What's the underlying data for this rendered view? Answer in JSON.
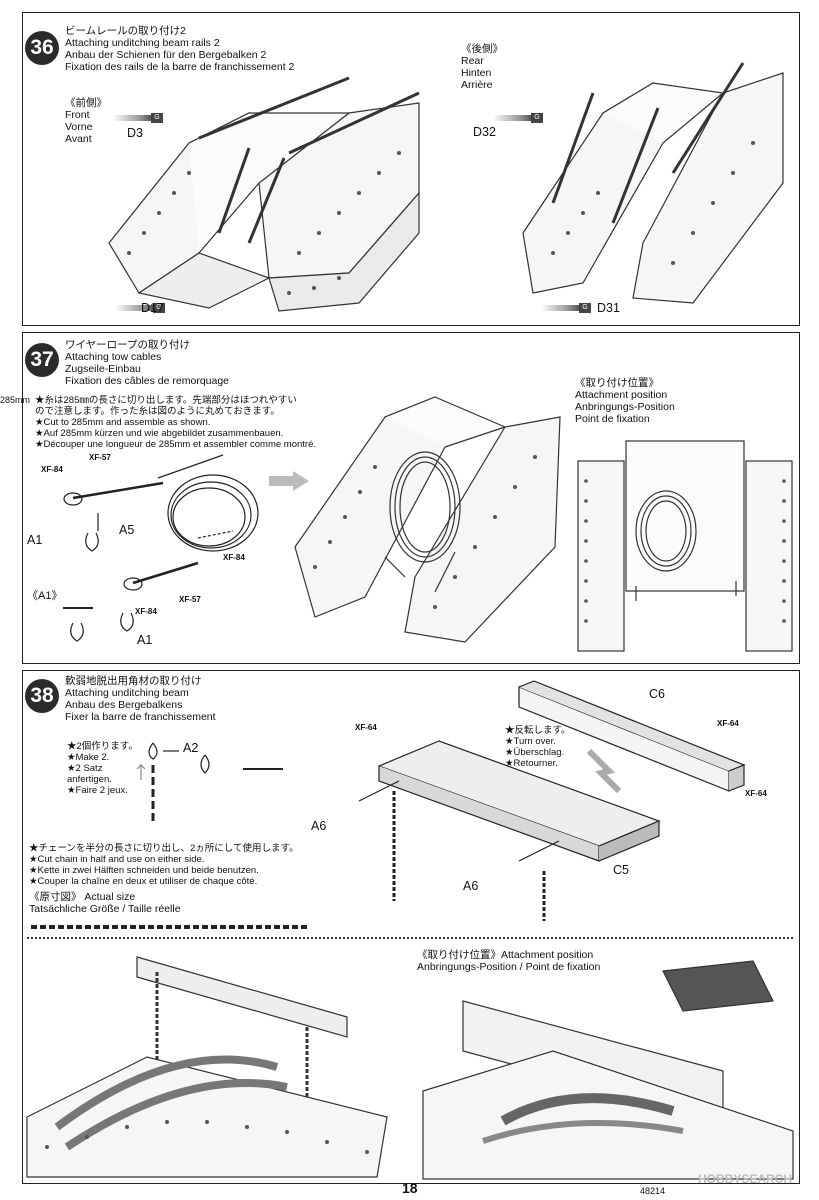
{
  "steps": {
    "s36": {
      "number": "36",
      "title_jp": "ビームレールの取り付け2",
      "title_en": "Attaching unditching beam rails 2",
      "title_de": "Anbau der Schienen für den Bergebalken 2",
      "title_fr": "Fixation des rails de la barre de franchissement 2",
      "front_jp": "《前側》",
      "front_en": "Front",
      "front_de": "Vorne",
      "front_fr": "Avant",
      "rear_jp": "《後側》",
      "rear_en": "Rear",
      "rear_de": "Hinten",
      "rear_fr": "Arrière",
      "parts": {
        "d3": "D3",
        "d17": "D17",
        "d32": "D32",
        "d31": "D31"
      },
      "sprue_g": "G"
    },
    "s37": {
      "number": "37",
      "title_jp": "ワイヤーロープの取り付け",
      "title_en": "Attaching tow cables",
      "title_de": "Zugseile-Einbau",
      "title_fr": "Fixation des câbles de remorquage",
      "length": "285mm",
      "note_jp1": "★糸は285㎜の長さに切り出します。先端部分はほつれやすい",
      "note_jp2": "ので注意します。作った糸は図のように丸めておきます。",
      "note_en": "★Cut to 285mm and assemble as shown.",
      "note_de": "★Auf 285mm kürzen und wie abgebildet zusammenbauen.",
      "note_fr": "★Découper une longueur de 285mm et assembler comme montré.",
      "parts": {
        "xf84": "XF-84",
        "xf57": "XF-57",
        "a5": "A5",
        "a1": "A1",
        "a1_box": "《A1》"
      },
      "attach_jp": "《取り付け位置》",
      "attach_en": "Attachment position",
      "attach_de": "Anbringungs-Position",
      "attach_fr": "Point de fixation"
    },
    "s38": {
      "number": "38",
      "title_jp": "軟弱地脱出用角材の取り付け",
      "title_en": "Attaching unditching beam",
      "title_de": "Anbau des Bergebalkens",
      "title_fr": "Fixer la barre de franchissement",
      "make2_jp": "★2個作ります。",
      "make2_en": "★Make 2.",
      "make2_de1": "★2 Satz",
      "make2_de2": "anfertigen.",
      "make2_fr": "★Faire 2 jeux.",
      "turn_jp": "★反転します。",
      "turn_en": "★Turn over.",
      "turn_de": "★Überschlag.",
      "turn_fr": "★Retourner.",
      "chain_jp": "★チェーンを半分の長さに切り出し、2ヵ所にして使用します。",
      "chain_en": "★Cut chain in half and use on either side.",
      "chain_de": "★Kette in zwei Hälften schneiden und beide benutzen.",
      "chain_fr": "★Couper la chaîne en deux et utiliser de chaque côté.",
      "actual_jp": "《原寸図》",
      "actual_en": "Actual size",
      "actual_de_fr": "Tatsächliche Größe / Taille réelle",
      "parts": {
        "a2": "A2",
        "a6": "A6",
        "c5": "C5",
        "c6": "C6",
        "xf64": "XF-64"
      },
      "attach_jp": "《取り付け位置》",
      "attach_en": "Attachment position",
      "attach_de_fr": "Anbringungs-Position / Point de fixation"
    }
  },
  "footer": {
    "page_number": "18",
    "product": "48214",
    "watermark": "HOBBYSEARCH"
  }
}
